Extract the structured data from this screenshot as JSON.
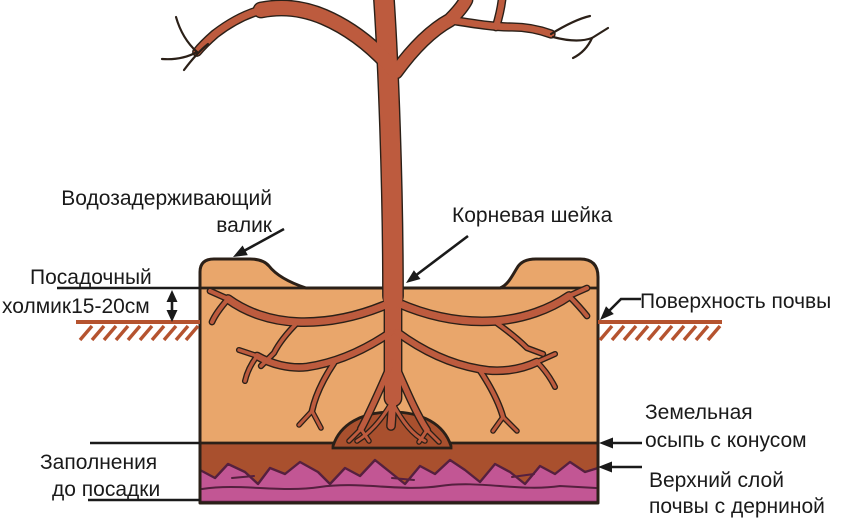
{
  "diagram": {
    "labels": {
      "water_ridge_line1": "Водозадерживающий",
      "water_ridge_line2": "валик",
      "root_collar": "Корневая шейка",
      "planting_mound_line1": "Посадочный",
      "planting_mound_line2": "холмик15-20см",
      "soil_surface": "Поверхность почвы",
      "earth_cone_line1": "Земельная",
      "earth_cone_line2": "осыпь с конусом",
      "top_layer_line1": "Верхний слой",
      "top_layer_line2": "почвы с дерниной",
      "fill_before_line1": "Заполнения",
      "fill_before_line2": "до посадки"
    }
  },
  "colors": {
    "background": "#ffffff",
    "tree": "#bd5b3e",
    "soil": "#e9a66b",
    "subsoil": "#a9502e",
    "turf": "#c25694",
    "turf_outline": "#55203f",
    "hatch": "#b5532f",
    "outline": "#2b2018",
    "annotation": "#1a1a1a"
  }
}
